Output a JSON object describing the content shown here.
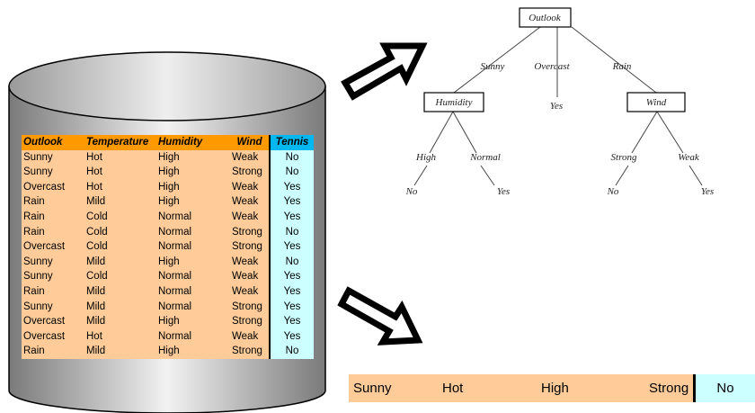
{
  "table": {
    "headers": [
      "Outlook",
      "Temperature",
      "Humidity",
      "Wind",
      "Tennis"
    ],
    "rows": [
      [
        "Sunny",
        "Hot",
        "High",
        "Weak",
        "No"
      ],
      [
        "Sunny",
        "Hot",
        "High",
        "Strong",
        "No"
      ],
      [
        "Overcast",
        "Hot",
        "High",
        "Weak",
        "Yes"
      ],
      [
        "Rain",
        "Mild",
        "High",
        "Weak",
        "Yes"
      ],
      [
        "Rain",
        "Cold",
        "Normal",
        "Weak",
        "Yes"
      ],
      [
        "Rain",
        "Cold",
        "Normal",
        "Strong",
        "No"
      ],
      [
        "Overcast",
        "Cold",
        "Normal",
        "Strong",
        "Yes"
      ],
      [
        "Sunny",
        "Mild",
        "High",
        "Weak",
        "No"
      ],
      [
        "Sunny",
        "Cold",
        "Normal",
        "Weak",
        "Yes"
      ],
      [
        "Rain",
        "Mild",
        "Normal",
        "Weak",
        "Yes"
      ],
      [
        "Sunny",
        "Mild",
        "Normal",
        "Strong",
        "Yes"
      ],
      [
        "Overcast",
        "Mild",
        "High",
        "Strong",
        "Yes"
      ],
      [
        "Overcast",
        "Hot",
        "Normal",
        "Weak",
        "Yes"
      ],
      [
        "Rain",
        "Mild",
        "High",
        "Strong",
        "No"
      ]
    ]
  },
  "tree": {
    "root": "Outlook",
    "branch_sunny": "Sunny",
    "branch_overcast": "Overcast",
    "branch_rain": "Rain",
    "node_humidity": "Humidity",
    "node_wind": "Wind",
    "leaf_overcast": "Yes",
    "branch_high": "High",
    "branch_normal": "Normal",
    "branch_strong": "Strong",
    "branch_weak": "Weak",
    "leaf_high": "No",
    "leaf_normal": "Yes",
    "leaf_strong": "No",
    "leaf_weak": "Yes"
  },
  "query": {
    "outlook": "Sunny",
    "temperature": "Hot",
    "humidity": "High",
    "wind": "Strong",
    "prediction": "No"
  },
  "colors": {
    "header_attr": "#ff9900",
    "header_target": "#00b7ef",
    "cell_attr": "#ffcc99",
    "cell_target": "#ccffff",
    "cylinder_dark": "#808080",
    "cylinder_light": "#ffffff"
  }
}
